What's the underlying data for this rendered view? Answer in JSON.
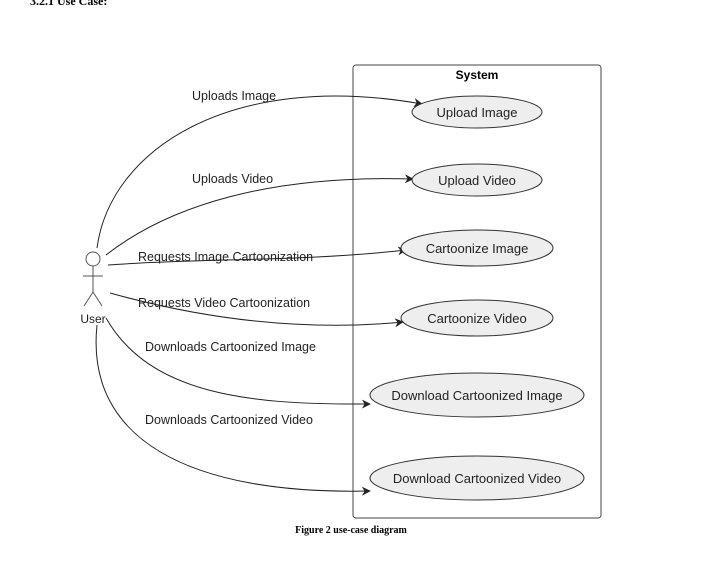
{
  "section_heading": "3.2.1    Use Case:",
  "caption": "Figure 2 use-case diagram",
  "diagram": {
    "system_title": "System",
    "actor": "User",
    "use_cases": [
      "Upload Image",
      "Upload Video",
      "Cartoonize Image",
      "Cartoonize Video",
      "Download Cartoonized Image",
      "Download Cartoonized Video"
    ],
    "associations": [
      "Uploads Image",
      "Uploads Video",
      "Requests Image Cartoonization",
      "Requests Video Cartoonization",
      "Downloads Cartoonized Image",
      "Downloads Cartoonized Video"
    ]
  },
  "colors": {
    "usecase_fill": "#eeeeee",
    "stroke": "#333333"
  }
}
